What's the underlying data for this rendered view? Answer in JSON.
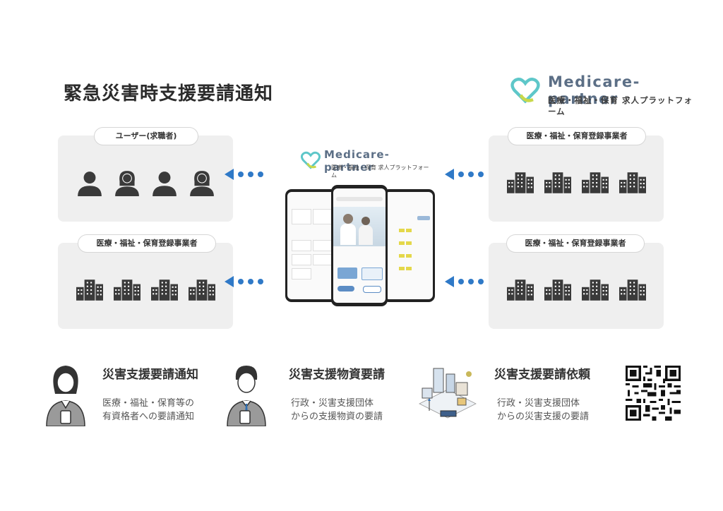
{
  "header": {
    "title": "緊急災害時支援要請通知"
  },
  "brand": {
    "name": "Medicare-partner",
    "tagline": "医療・福祉・保育 求人プラットフォーム"
  },
  "brand_small": {
    "name": "Medicare-partner",
    "tagline": "医療・福祉・保育 求人プラットフォーム"
  },
  "panels": {
    "users": {
      "label": "ユーザー(求職者)"
    },
    "top_right": {
      "label": "医療・福祉・保育登録事業者"
    },
    "bottom_left": {
      "label": "医療・福祉・保育登録事業者"
    },
    "bottom_right": {
      "label": "医療・福祉・保育登録事業者"
    }
  },
  "features": [
    {
      "title": "災害支援要請通知",
      "line1": "医療・福祉・保育等の",
      "line2": "有資格者への要請通知"
    },
    {
      "title": "災害支援物資要請",
      "line1": "行政・災害支援団体",
      "line2": "からの支援物資の要請"
    },
    {
      "title": "災害支援要請依頼",
      "line1": "行政・災害支援団体",
      "line2": "からの災害支援の要請"
    }
  ],
  "colors": {
    "accent": "#2f79c7",
    "panel": "#efefef",
    "brand_text": "#5c6f86",
    "icon": "#3a3a3a"
  }
}
